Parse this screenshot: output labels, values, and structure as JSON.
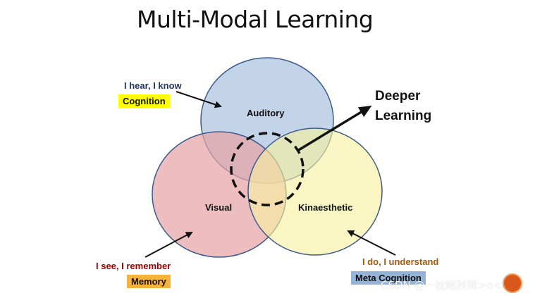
{
  "title": "Multi-Modal Learning",
  "circles": {
    "auditory": {
      "label": "Auditory",
      "fill": "#b8cce4",
      "stroke": "#3c5a8a"
    },
    "visual": {
      "label": "Visual",
      "fill": "#e6a3a8",
      "stroke": "#3c5a8a"
    },
    "kinaesthetic": {
      "label": "Kinaesthetic",
      "fill": "#f8f3b2",
      "stroke": "#3c5a8a"
    }
  },
  "phrases": {
    "hear": {
      "text": "I hear, I know",
      "tag": "Cognition",
      "tag_color": "#ffff00"
    },
    "see": {
      "text": "I see, I remember",
      "tag": "Memory",
      "tag_color": "#f6b33c"
    },
    "do": {
      "text": "I do, I understand",
      "tag": "Meta Cognition",
      "tag_color": "#95b3d7"
    }
  },
  "deeper": {
    "line1": "Deeper",
    "line2": "Learning"
  },
  "watermark": "CSDN @一枕眠秋雨>o<"
}
